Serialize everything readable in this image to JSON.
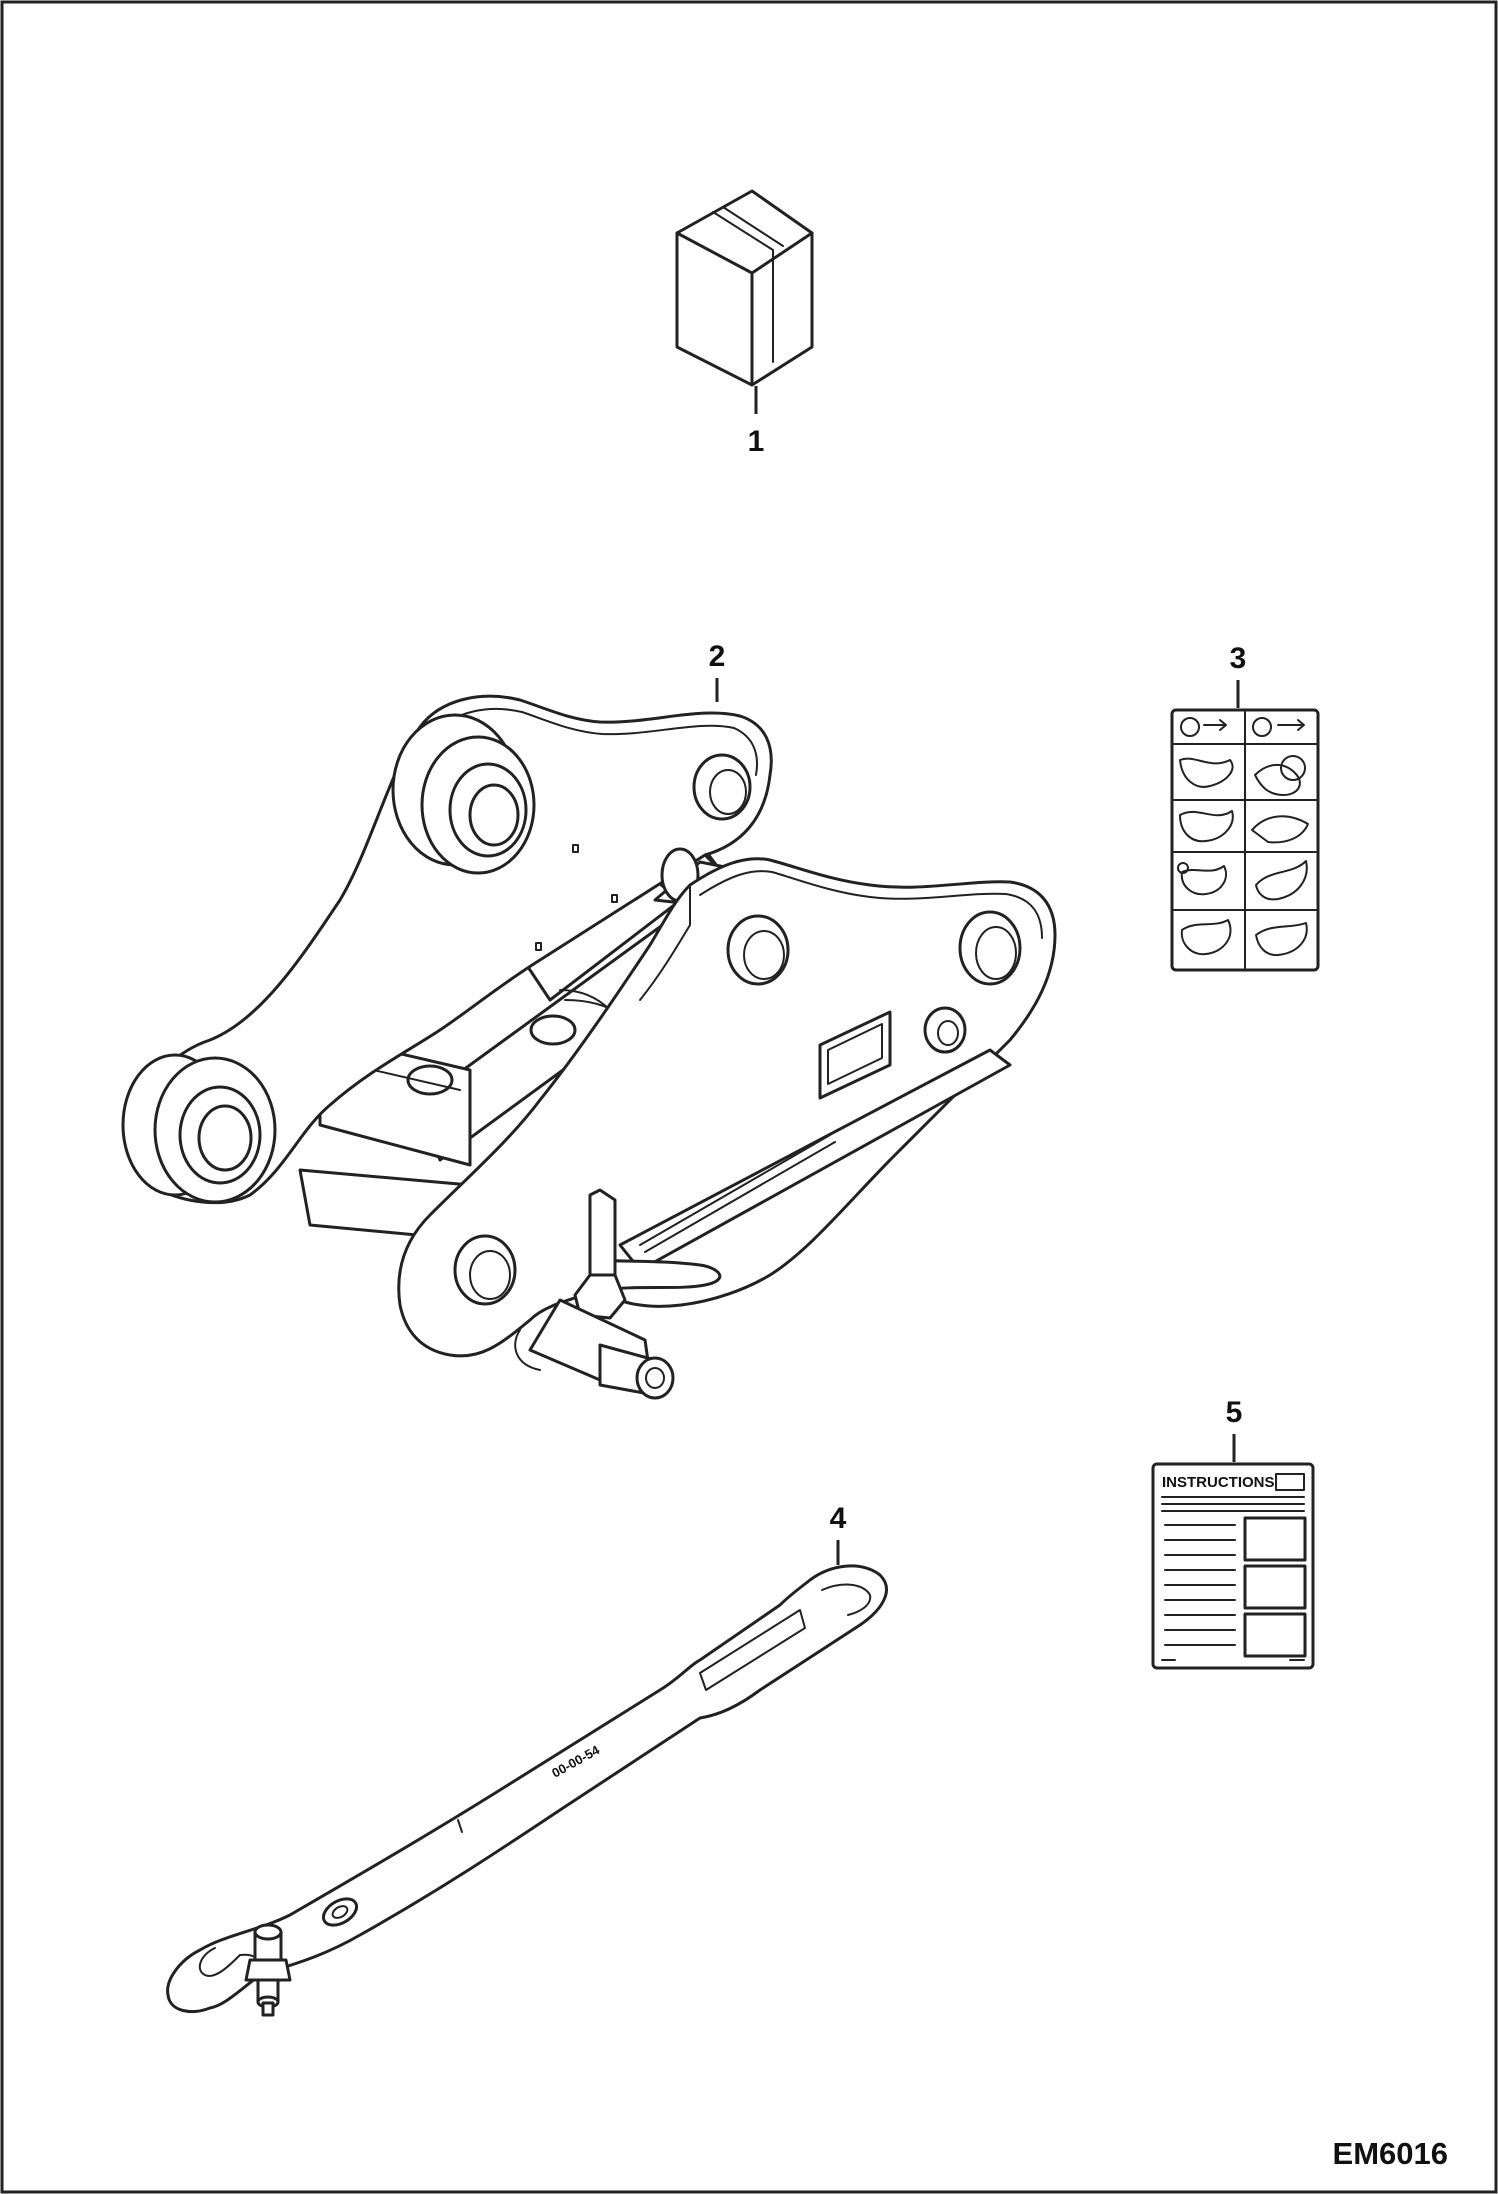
{
  "callouts": [
    {
      "label": "1"
    },
    {
      "label": "2"
    },
    {
      "label": "3"
    },
    {
      "label": "4"
    },
    {
      "label": "5"
    }
  ],
  "instruction_label": {
    "heading": "INSTRUCTIONS"
  },
  "wrench": {
    "marking": "00-00-54"
  },
  "drawing_id": "EM6016"
}
